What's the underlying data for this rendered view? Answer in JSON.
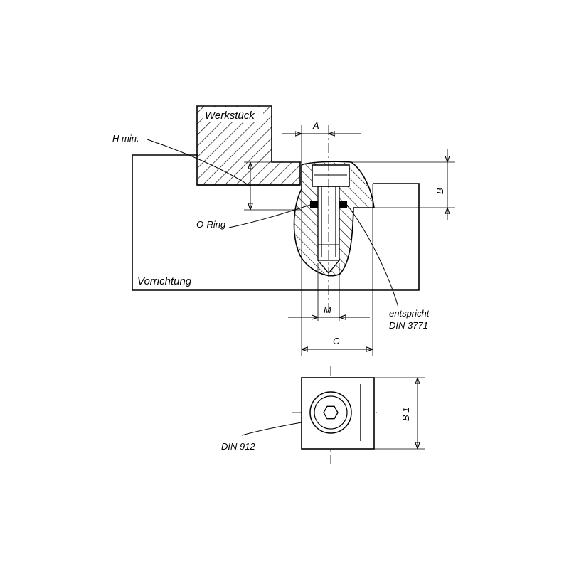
{
  "labels": {
    "werkstueck": "Werkstück",
    "h_min": "H min.",
    "o_ring": "O-Ring",
    "vorrichtung": "Vorrichtung",
    "dim_a": "A",
    "dim_b": "B",
    "dim_m": "M",
    "dim_c": "C",
    "dim_b1": "B 1",
    "entspricht": "entspricht",
    "din_3771": "DIN 3771",
    "din_912": "DIN 912"
  }
}
